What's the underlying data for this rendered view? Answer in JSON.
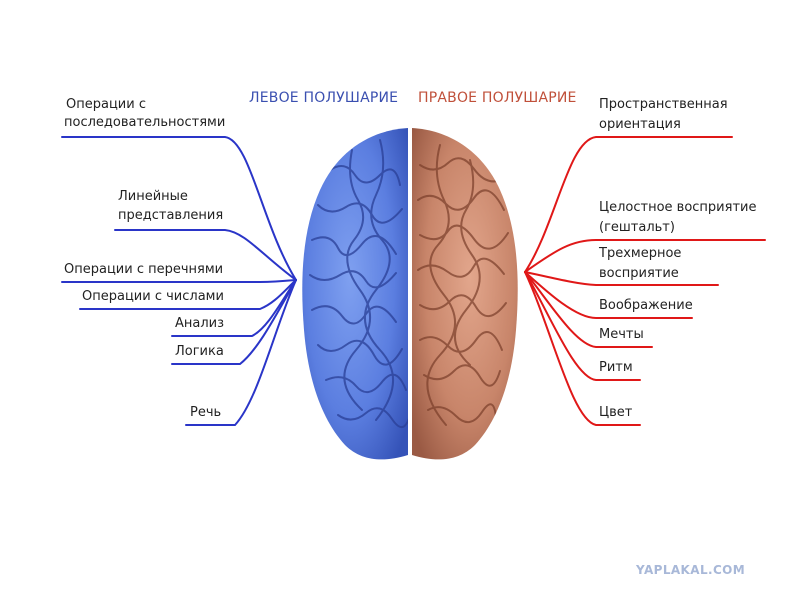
{
  "titles": {
    "left": "ЛЕВОЕ ПОЛУШАРИЕ",
    "right": "ПРАВОЕ ПОЛУШАРИЕ"
  },
  "left_items": [
    "Операции с",
    "последовательностями",
    "Линейные",
    "представления",
    "Операции с перечнями",
    "Операции с числами",
    "Анализ",
    "Логика",
    "Речь"
  ],
  "right_items": [
    "Пространственная",
    "ориентация",
    "Целостное восприятие",
    "(гештальт)",
    "Трехмерное",
    "восприятие",
    "Воображение",
    "Мечты",
    "Ритм",
    "Цвет"
  ],
  "watermark": "YAPLAKAL.COM",
  "colors": {
    "left_accent": "#2a35c8",
    "right_accent": "#e01818",
    "left_title": "#3a4fb0",
    "right_title": "#c0503a",
    "brain_left": "#5b7ee0",
    "brain_right": "#c8856a",
    "watermark": "#a8b8d8"
  }
}
